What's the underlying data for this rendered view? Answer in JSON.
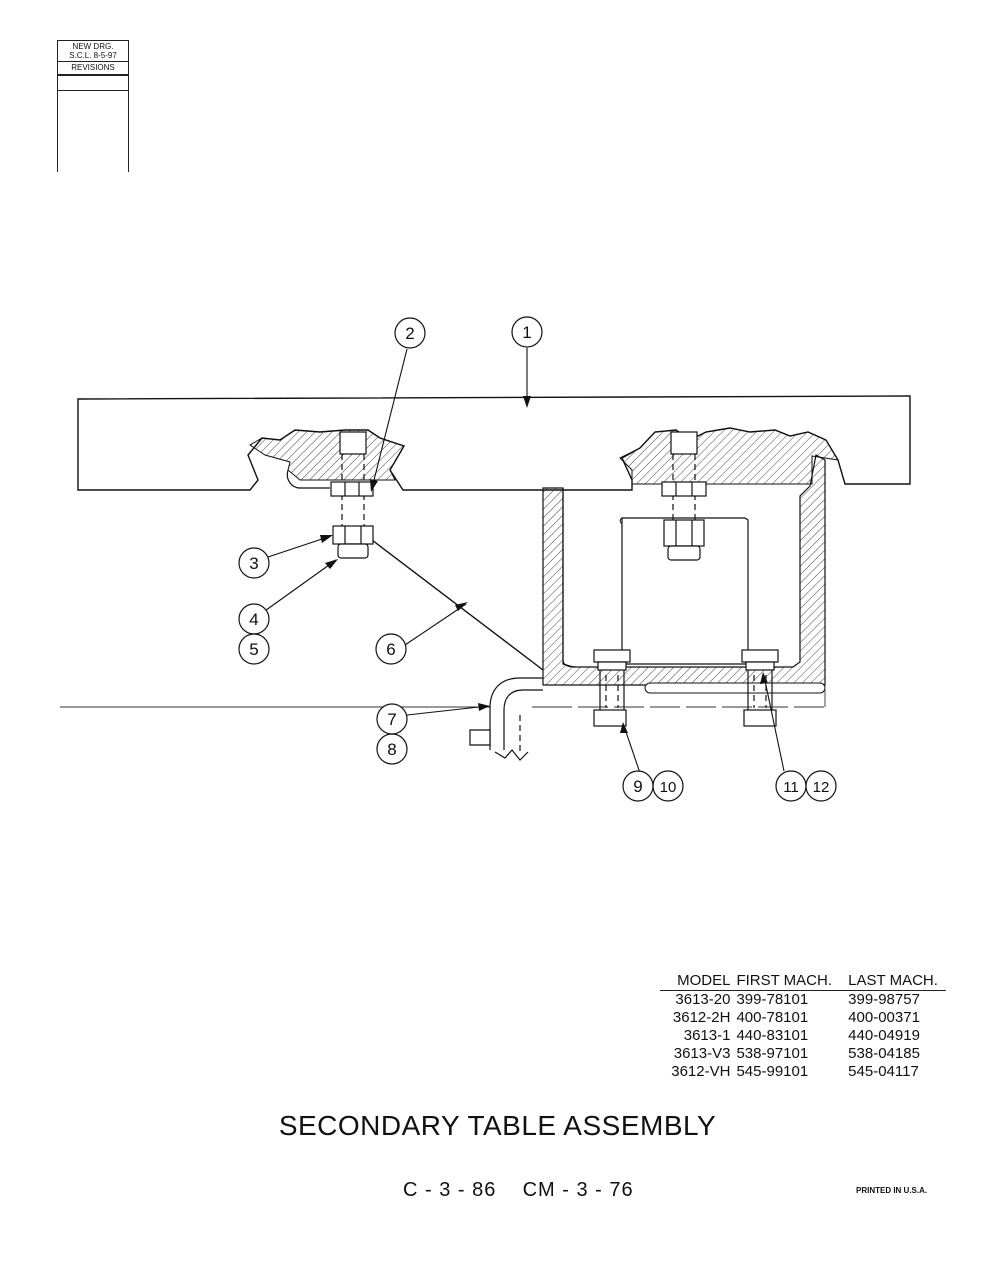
{
  "revision_block": {
    "line1": "NEW DRG.",
    "line2": "S.C.L.  8-5-97",
    "revisions_label": "REVISIONS"
  },
  "callouts": [
    "1",
    "2",
    "3",
    "4",
    "5",
    "6",
    "7",
    "8",
    "9",
    "10",
    "11",
    "12"
  ],
  "model_table": {
    "headers": [
      "MODEL",
      "FIRST MACH.",
      "LAST MACH."
    ],
    "rows": [
      [
        "3613-20",
        "399-78101",
        "399-98757"
      ],
      [
        "3612-2H",
        "400-78101",
        "400-00371"
      ],
      [
        "3613-1",
        "440-83101",
        "440-04919"
      ],
      [
        "3613-V3",
        "538-97101",
        "538-04185"
      ],
      [
        "3612-VH",
        "545-99101",
        "545-04117"
      ]
    ]
  },
  "title": "SECONDARY TABLE ASSEMBLY",
  "drawing_codes": "C - 3 - 86    CM - 3 - 76",
  "printed": "PRINTED IN U.S.A."
}
